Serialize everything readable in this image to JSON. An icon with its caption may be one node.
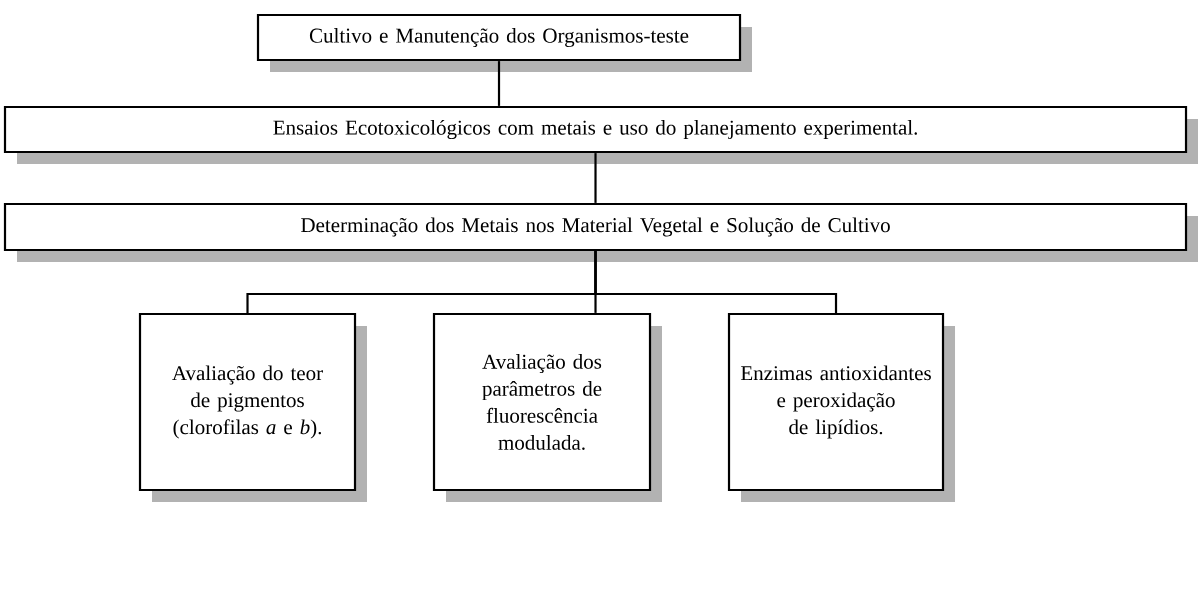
{
  "diagram": {
    "nodes": [
      {
        "text": [
          "Cultivo e Manutenção dos Organismos-teste"
        ]
      },
      {
        "text": [
          "Ensaios Ecotoxicológicos com metais e uso do planejamento experimental."
        ]
      },
      {
        "text": [
          "Determinação dos Metais nos Material Vegetal e Solução de Cultivo"
        ]
      },
      {
        "text": [
          "Avaliação do teor de pigmentos (clorofilas *a* e *b*)."
        ]
      },
      {
        "text": [
          "Avaliação dos parâmetros de fluorescência modulada."
        ]
      },
      {
        "text": [
          "Enzimas antioxidantes e peroxidação de lipídios."
        ]
      }
    ],
    "edges": [
      {
        "from": 0,
        "to": 1,
        "arrow": "none"
      },
      {
        "from": 1,
        "to": 2,
        "arrow": "none"
      },
      {
        "from": 2,
        "to": 3,
        "arrow": "none"
      },
      {
        "from": 2,
        "to": 4,
        "arrow": "none"
      },
      {
        "from": 2,
        "to": 5,
        "arrow": "none"
      }
    ]
  }
}
